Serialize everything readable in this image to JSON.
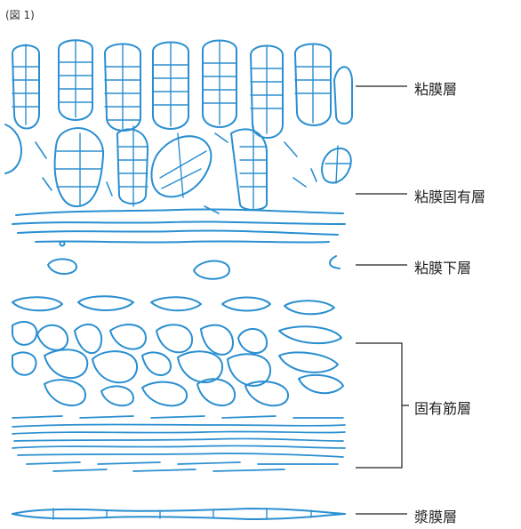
{
  "figure": {
    "label": "(図 1)"
  },
  "layers": {
    "mucosa": "粘膜層",
    "lamina_propria": "粘膜固有層",
    "submucosa": "粘膜下層",
    "muscularis_propria": "固有筋層",
    "serosa": "漿膜層"
  },
  "colors": {
    "tissue_stroke": "#2a8fd0",
    "leader": "#222222"
  }
}
